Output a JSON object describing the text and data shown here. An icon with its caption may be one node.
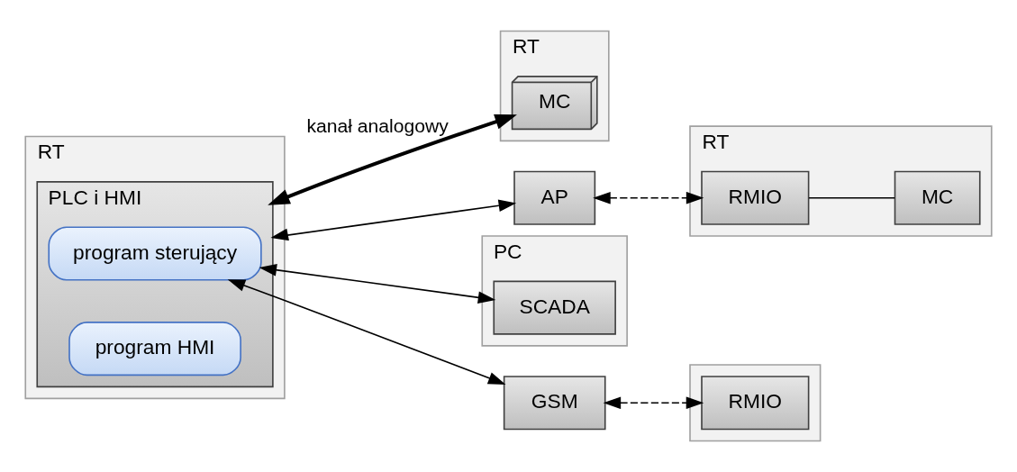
{
  "diagram": {
    "nodes": [
      {
        "text": [
          "RT"
        ]
      },
      {
        "text": [
          "PLC i HMI"
        ],
        "in": 0
      },
      {
        "text": [
          "program sterujący"
        ],
        "in": 1
      },
      {
        "text": [
          "program HMI"
        ],
        "in": 1
      },
      {
        "text": [
          "RT"
        ]
      },
      {
        "text": [
          "MC"
        ],
        "in": 4
      },
      {
        "text": [
          "RT"
        ]
      },
      {
        "text": [
          "MC"
        ],
        "in": 6
      },
      {
        "text": [
          "RMIO"
        ],
        "in": 6
      },
      {
        "text": [
          "AP"
        ]
      },
      {
        "text": [
          "PC"
        ]
      },
      {
        "text": [
          "SCADA"
        ],
        "in": 10
      },
      {
        "text": [
          "GSM"
        ]
      },
      {
        "text": [],
        "shape": "box"
      },
      {
        "text": [
          "RMIO"
        ],
        "in": 13
      }
    ],
    "edges": [
      {
        "from": 1,
        "to": 5,
        "arrow": "both",
        "label": "kanał analogowy",
        "style": "thick"
      },
      {
        "from": 1,
        "to": 9,
        "arrow": "both"
      },
      {
        "from": 2,
        "to": 11,
        "arrow": "both"
      },
      {
        "from": 2,
        "to": 12,
        "arrow": "both"
      },
      {
        "from": 9,
        "to": 8,
        "arrow": "both",
        "style": "dashed"
      },
      {
        "from": 12,
        "to": 14,
        "arrow": "both",
        "style": "dashed"
      },
      {
        "from": 8,
        "to": 7,
        "arrow": "none"
      }
    ]
  }
}
